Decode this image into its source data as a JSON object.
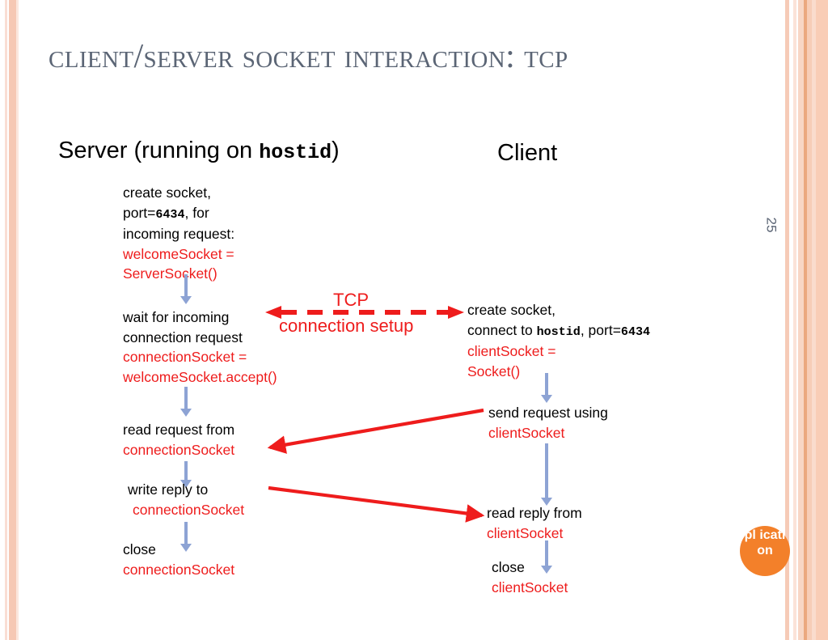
{
  "slide": {
    "title": "Client/Server socket interaction: TCP",
    "page_number": "25",
    "badge_text": "pl\nicati\non"
  },
  "columns": {
    "server_header_prefix": "Server (running on ",
    "server_header_mono": "hostid",
    "server_header_suffix": ")",
    "client_header": "Client"
  },
  "server_steps": [
    {
      "id": "create-socket",
      "plain": "create socket,\nport=",
      "mono": "6434",
      "plain2": ", for\nincoming request:",
      "code": "welcomeSocket =\n      ServerSocket()"
    },
    {
      "id": "wait-connection",
      "plain": "wait for incoming\nconnection request",
      "code": "connectionSocket =\nwelcomeSocket.accept()"
    },
    {
      "id": "read-request",
      "plain": "read request from",
      "code": "connectionSocket"
    },
    {
      "id": "write-reply",
      "plain": "write reply to",
      "code": "connectionSocket"
    },
    {
      "id": "close-server",
      "plain": "close",
      "code": "connectionSocket"
    }
  ],
  "client_steps": [
    {
      "id": "create-connect",
      "plain": "create socket,\n connect to ",
      "mono": "hostid",
      "plain2": ", port=",
      "mono2": "6434",
      "code": "clientSocket =\n       Socket()"
    },
    {
      "id": "send-request",
      "plain": "send request using",
      "code": "clientSocket"
    },
    {
      "id": "read-reply",
      "plain": "read reply from",
      "code": "clientSocket"
    },
    {
      "id": "close-client",
      "plain": "close",
      "code": "clientSocket"
    }
  ],
  "tcp": {
    "label_top": "TCP",
    "label_bottom": "connection setup"
  },
  "colors": {
    "title": "#5b6575",
    "code_red": "#ee1c1c",
    "arrow_blue": "#8da3d4",
    "badge_orange": "#f3802a",
    "stripe_salmon": "#f6c8b4"
  }
}
